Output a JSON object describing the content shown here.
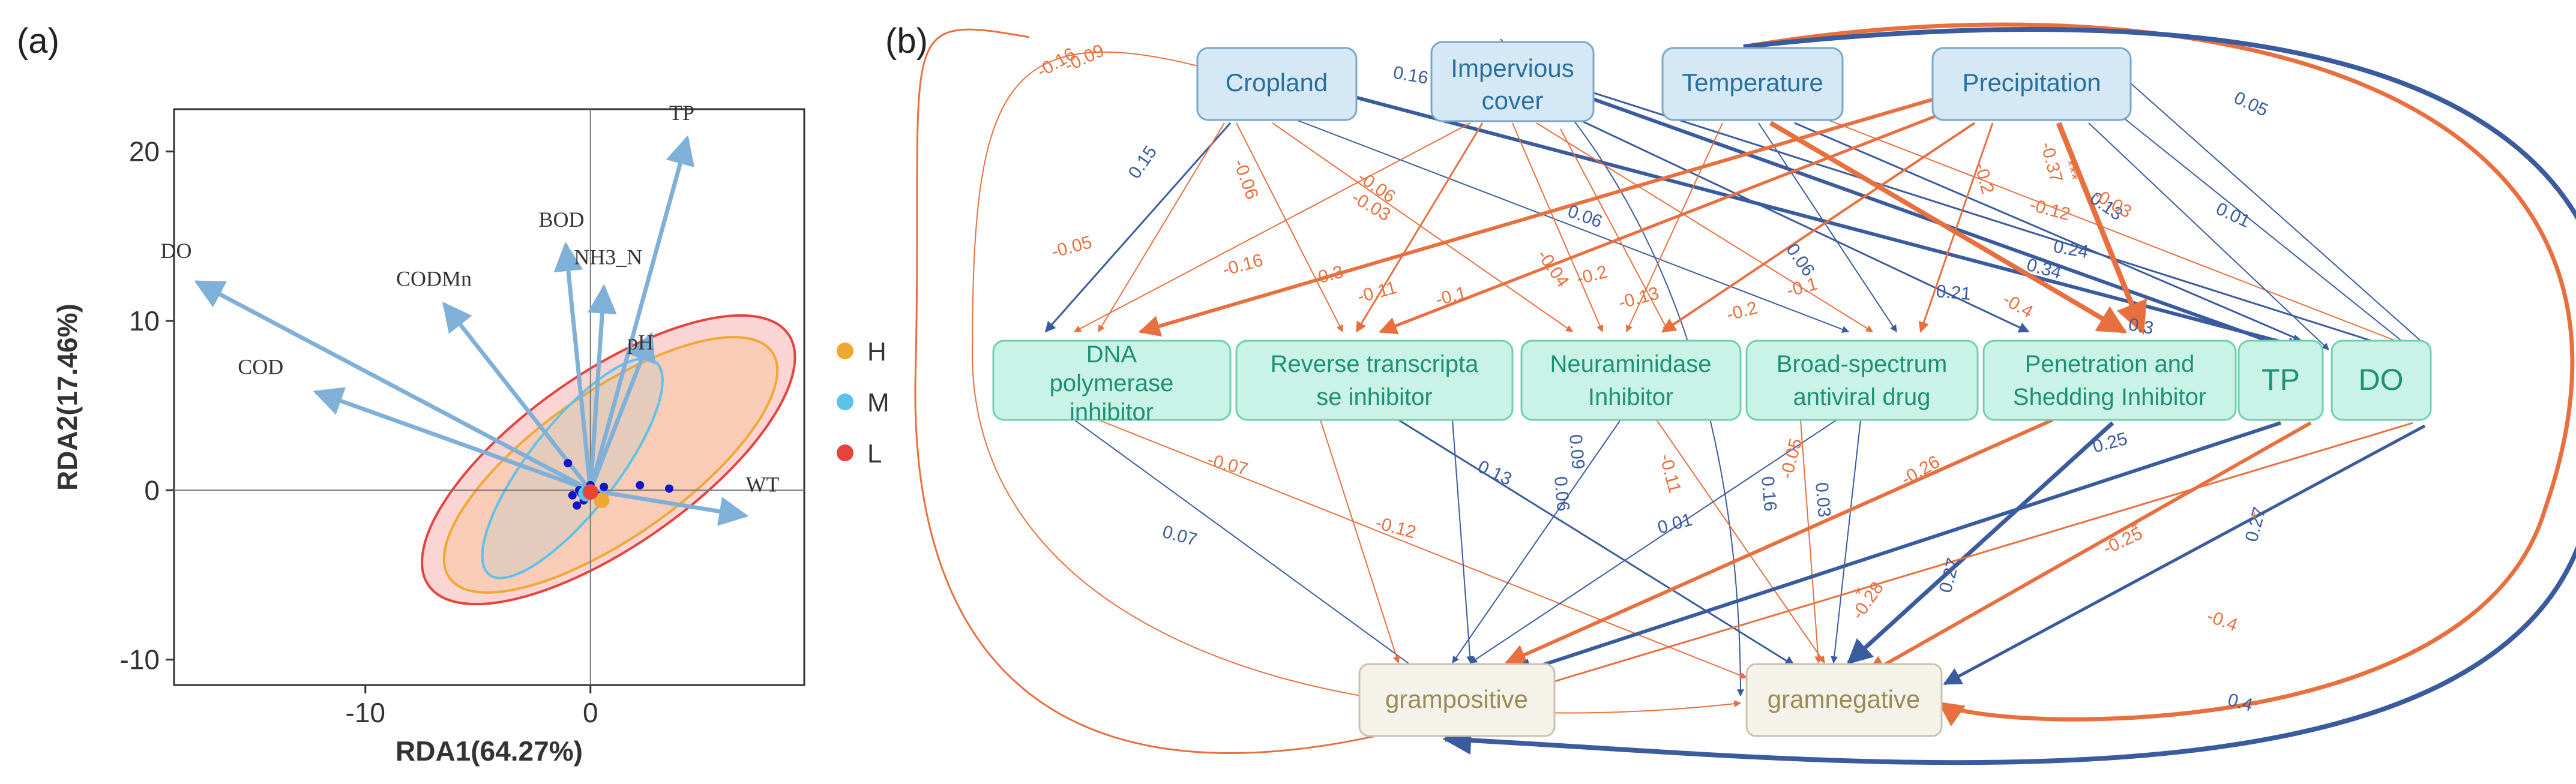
{
  "panel_a": {
    "panel_label": "(a)",
    "chart_data": {
      "type": "scatter",
      "xlabel": "RDA1(64.27%)",
      "ylabel": "RDA2(17.46%)",
      "xlim": [
        -18.5,
        9.5
      ],
      "ylim": [
        -11.5,
        22.5
      ],
      "x_ticks": [
        -10,
        0
      ],
      "y_ticks": [
        -10,
        0,
        10,
        20
      ],
      "x_tick_labels": [
        "-10",
        "0"
      ],
      "y_tick_labels": [
        "-10",
        "0",
        "10",
        "20"
      ],
      "reference_lines": {
        "x": 0,
        "y": 0
      },
      "arrows": [
        {
          "name": "TP",
          "x": 4.3,
          "y": 20.8
        },
        {
          "name": "DO",
          "x": -17.5,
          "y": 12.3
        },
        {
          "name": "CODMn",
          "x": -6.5,
          "y": 11.0
        },
        {
          "name": "BOD",
          "x": -1.1,
          "y": 14.5
        },
        {
          "name": "NH3_N",
          "x": 0.6,
          "y": 12.0
        },
        {
          "name": "pH",
          "x": 2.7,
          "y": 9.2
        },
        {
          "name": "COD",
          "x": -12.2,
          "y": 5.8
        },
        {
          "name": "WT",
          "x": 6.9,
          "y": -1.5
        }
      ],
      "points": [
        {
          "x": -1.0,
          "y": 1.6
        },
        {
          "x": -0.8,
          "y": -0.3
        },
        {
          "x": -0.5,
          "y": 0.0
        },
        {
          "x": -0.3,
          "y": -0.6
        },
        {
          "x": -0.6,
          "y": -0.9
        },
        {
          "x": 0.0,
          "y": 0.3
        },
        {
          "x": 0.3,
          "y": -0.3
        },
        {
          "x": 0.6,
          "y": 0.2
        },
        {
          "x": 2.2,
          "y": 0.3
        },
        {
          "x": 3.5,
          "y": 0.1
        },
        {
          "x": -0.4,
          "y": -0.2
        },
        {
          "x": 0.1,
          "y": -0.1
        }
      ],
      "centroids": [
        {
          "group": "H",
          "x": 0.5,
          "y": -0.6
        },
        {
          "group": "M",
          "x": -0.2,
          "y": -0.2
        },
        {
          "group": "L",
          "x": 0.0,
          "y": -0.1
        }
      ],
      "ellipses": [
        {
          "group": "L",
          "cx": 0.8,
          "cy": 1.8,
          "rx": 19.5,
          "ry": 10.2,
          "angle_deg": -35
        },
        {
          "group": "H",
          "cx": 0.9,
          "cy": 1.5,
          "rx": 17.5,
          "ry": 8.6,
          "angle_deg": -35
        },
        {
          "group": "M",
          "cx": -0.8,
          "cy": 1.3,
          "rx": 12.0,
          "ry": 5.2,
          "angle_deg": -52
        }
      ],
      "legend": {
        "placement": "right",
        "items": [
          {
            "label": "H",
            "color": "#f0a830"
          },
          {
            "label": "M",
            "color": "#5bc3e8"
          },
          {
            "label": "L",
            "color": "#e8423c"
          }
        ]
      }
    }
  },
  "panel_b": {
    "panel_label": "(b)",
    "colors": {
      "positive": "#3a5b9e",
      "negative": "#e8703f"
    },
    "top_nodes": [
      {
        "id": "cropland",
        "label": "Cropland"
      },
      {
        "id": "impervious",
        "label1": "Impervious",
        "label2": "cover"
      },
      {
        "id": "temperature",
        "label": "Temperature"
      },
      {
        "id": "precipitation",
        "label": "Precipitation"
      }
    ],
    "middle_nodes": [
      {
        "id": "dna",
        "label1": "DNA",
        "label2": "polymerase",
        "label3": "inhibitor"
      },
      {
        "id": "rti",
        "label1": "Reverse transcripta",
        "label2": "se inhibitor"
      },
      {
        "id": "neur",
        "label1": "Neuraminidase",
        "label2": "Inhibitor"
      },
      {
        "id": "broad",
        "label1": "Broad-spectrum",
        "label2": "antiviral drug"
      },
      {
        "id": "pen",
        "label1": "Penetration and",
        "label2": "Shedding Inhibitor"
      },
      {
        "id": "tp",
        "label": "TP"
      },
      {
        "id": "do",
        "label": "DO"
      }
    ],
    "bottom_nodes": [
      {
        "id": "gp",
        "label": "grampositive"
      },
      {
        "id": "gn",
        "label": "gramnegative"
      }
    ],
    "coefficients": [
      "-0.16",
      "-0.09",
      "0.16",
      "0.05",
      "0.15",
      "-0.06",
      "-0.06",
      "-0.03",
      "0.06",
      "-0.04",
      "-0.05",
      "-0.16",
      "-0.3",
      "-0.11",
      "-0.1",
      "-0.2",
      "-0.13",
      "-0.2",
      "-0.1",
      "0.06",
      "0.21",
      "-0.4",
      "0.34",
      "0.3",
      "0.24",
      "0.13",
      "0.01",
      "-0.12",
      "-0.03",
      "-0.2",
      "-0.37",
      "***",
      "-0.07",
      "-0.12",
      "0.07",
      "0.13",
      "0.09",
      "0.06",
      "0.01",
      "-0.11",
      "0.16",
      "-0.05",
      "0.03",
      "-0.26",
      "0.25",
      "-0.25",
      "*",
      "0.27",
      "*",
      "-0.28",
      "*",
      "0.27",
      "-0.4",
      "0.4"
    ]
  }
}
